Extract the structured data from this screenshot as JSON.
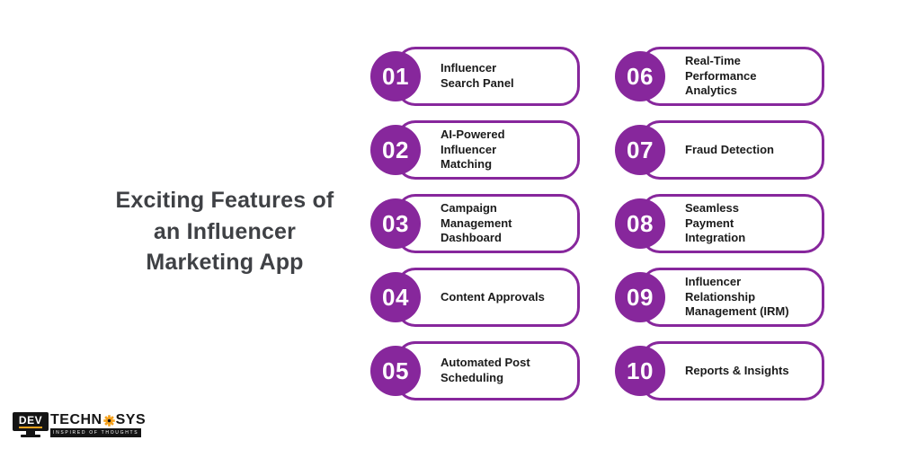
{
  "title": {
    "text": "Exciting Features of\nan Influencer\nMarketing App"
  },
  "features": [
    {
      "number": "01",
      "label": "Influencer\nSearch Panel"
    },
    {
      "number": "02",
      "label": "AI-Powered\nInfluencer\nMatching"
    },
    {
      "number": "03",
      "label": "Campaign\nManagement\nDashboard"
    },
    {
      "number": "04",
      "label": "Content Approvals"
    },
    {
      "number": "05",
      "label": "Automated Post\nScheduling"
    },
    {
      "number": "06",
      "label": "Real-Time\nPerformance\nAnalytics"
    },
    {
      "number": "07",
      "label": "Fraud Detection"
    },
    {
      "number": "08",
      "label": "Seamless\nPayment\nIntegration"
    },
    {
      "number": "09",
      "label": "Influencer\nRelationship\nManagement (IRM)"
    },
    {
      "number": "10",
      "label": "Reports & Insights"
    }
  ],
  "logo": {
    "monitor_text": "DEV",
    "brand_left": "TECHN",
    "brand_right": "SYS",
    "tagline": "INSPIRED OF THOUGHTS",
    "gear_icon": "gear-icon",
    "monitor_icon": "monitor-icon"
  },
  "colors": {
    "purple": "#87279C",
    "title_gray": "#3F4145",
    "card_text": "#1B1B1B",
    "logo_orange": "#F6A21E",
    "logo_black": "#141414",
    "background": "#FFFFFF"
  }
}
